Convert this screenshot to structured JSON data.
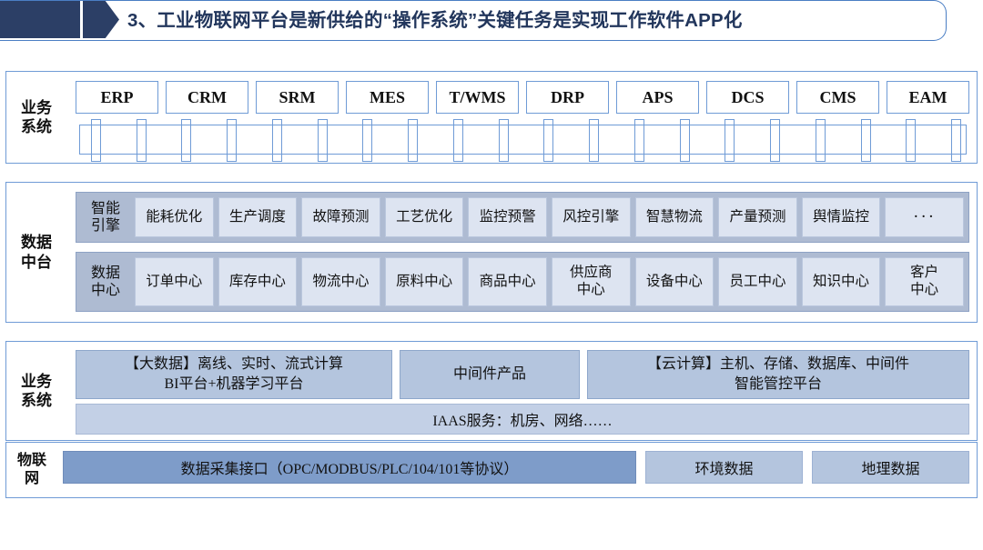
{
  "banner": {
    "title": "3、工业物联网平台是新供给的“操作系统”关键任务是实现工作软件APP化",
    "accent_dark": "#2c3f66",
    "accent_border": "#4a7ec4"
  },
  "business_systems": {
    "label_lines": [
      "业务",
      "系统"
    ],
    "boxes": [
      "ERP",
      "CRM",
      "SRM",
      "MES",
      "T/WMS",
      "DRP",
      "APS",
      "DCS",
      "CMS",
      "EAM"
    ],
    "bus_tab_count": 20
  },
  "data_platform": {
    "label_lines": [
      "数据",
      "中台"
    ],
    "engine": {
      "tag_lines": [
        "智能",
        "引擎"
      ],
      "chips": [
        "能耗优化",
        "生产调度",
        "故障预测",
        "工艺优化",
        "监控预警",
        "风控引擎",
        "智慧物流",
        "产量预测",
        "舆情监控",
        "···"
      ]
    },
    "center": {
      "tag_lines": [
        "数据",
        "中心"
      ],
      "chips": [
        "订单中心",
        "库存中心",
        "物流中心",
        "原料中心",
        "商品中心",
        "供应商\n中心",
        "设备中心",
        "员工中心",
        "知识中心",
        "客户\n中心"
      ]
    }
  },
  "platform": {
    "label_lines": [
      "业务",
      "系统"
    ],
    "bigdata": "【大数据】离线、实时、流式计算\nBI平台+机器学习平台",
    "middleware": "中间件产品",
    "cloud": "【云计算】主机、存储、数据库、中间件\n智能管控平台",
    "iaas": "IAAS服务：机房、网络……"
  },
  "iot": {
    "label_lines": [
      "物联",
      "网"
    ],
    "main": "数据采集接口（OPC/MODBUS/PLC/104/101等协议）",
    "env": "环境数据",
    "geo": "地理数据"
  },
  "colors": {
    "band_bg": "#aebbd2",
    "chip_bg": "#dde4f1",
    "plat_cell_bg": "#b4c5de",
    "iaas_bg": "#c3d0e6",
    "iot_main_bg": "#7e9cc9",
    "outline": "#6f9bd6"
  }
}
